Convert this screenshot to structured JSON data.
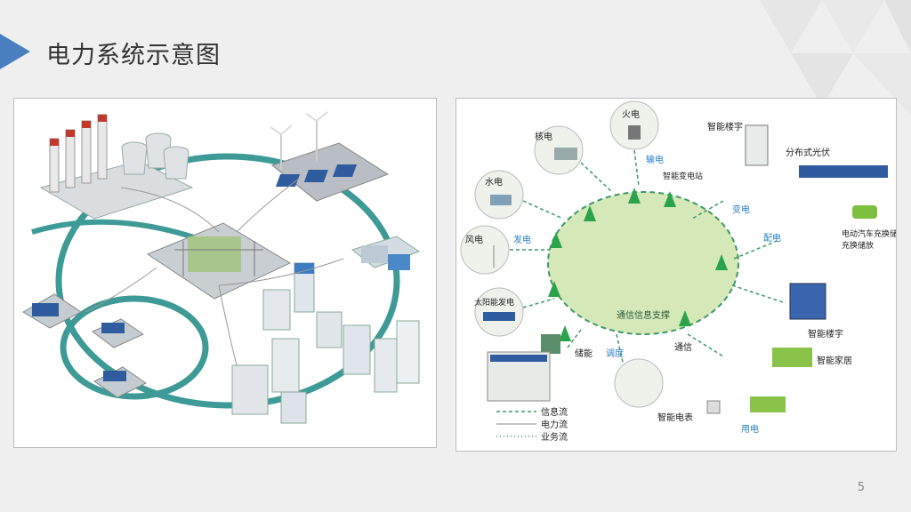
{
  "slide": {
    "title": "电力系统示意图",
    "page_number": "5"
  },
  "diagram2": {
    "labels": {
      "fire_top": "火电",
      "nuclear": "核电",
      "hydro": "水电",
      "wind": "风电",
      "solar": "太阳能发电",
      "smart_building_top": "智能楼宇",
      "distributed_pv": "分布式光伏",
      "ev": "电动汽车充换储放",
      "smart_building": "智能楼宇",
      "smart_home": "智能家居",
      "smart_meter": "智能电表",
      "storage": "储能",
      "substation": "智能变电站",
      "transmission": "输电",
      "transform": "变电",
      "distribution": "配电",
      "generation": "发电",
      "consumption": "用电",
      "dispatch": "调度",
      "communication": "通信",
      "center": "通信信息支撑"
    },
    "legend": [
      "信息流",
      "电力流",
      "业务流"
    ]
  }
}
